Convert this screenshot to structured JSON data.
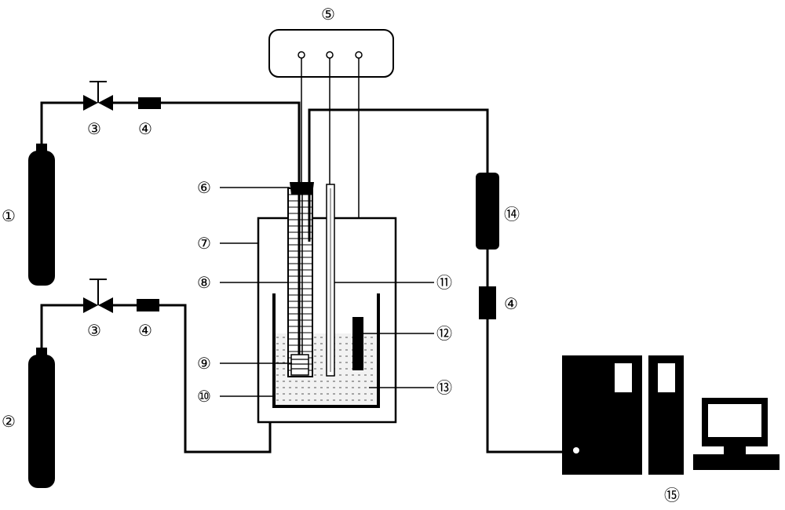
{
  "labels": {
    "n1": "①",
    "n2": "②",
    "n3a": "③",
    "n3b": "③",
    "n4a": "④",
    "n4b": "④",
    "n4c": "④",
    "n5": "⑤",
    "n6": "⑥",
    "n7": "⑦",
    "n8": "⑧",
    "n9": "⑨",
    "n10": "⑩",
    "n11": "⑪",
    "n12": "⑫",
    "n13": "⑬",
    "n14": "⑭",
    "n15": "⑮"
  },
  "colors": {
    "ink": "#000000",
    "background": "#ffffff",
    "gray": "#888888"
  }
}
